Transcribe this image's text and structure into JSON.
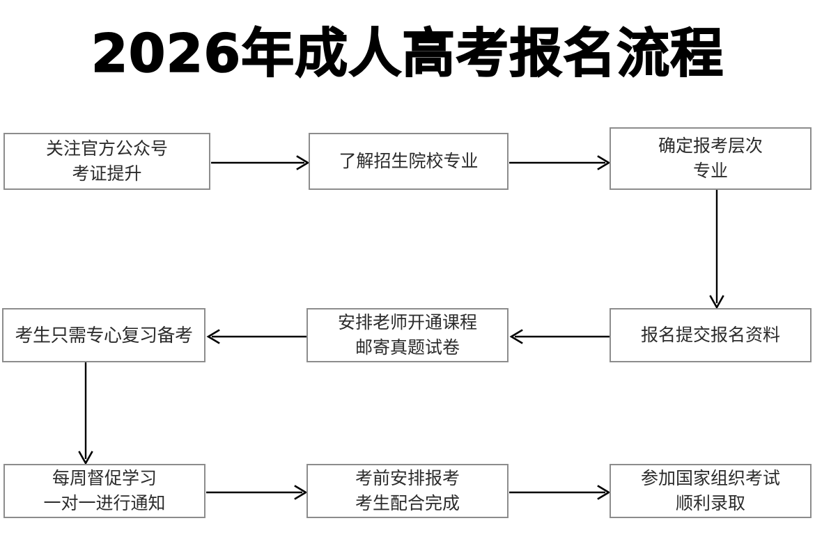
{
  "page": {
    "title": "2026年成人高考报名流程",
    "background_color": "#ffffff",
    "box_border_color": "#8c8c8c",
    "arrow_color": "#000000",
    "text_color": "#2b2b2b"
  },
  "chart_data": {
    "type": "diagram",
    "diagram_type": "flowchart",
    "title": "2026年成人高考报名流程",
    "layout": "3x3 serpentine grid: row 1 left-to-right, down right column, row 2 right-to-left, down left column, row 3 left-to-right",
    "nodes": [
      {
        "id": "node-1",
        "row": 1,
        "col": 1,
        "lines": [
          "关注官方公众号",
          "考证提升"
        ]
      },
      {
        "id": "node-2",
        "row": 1,
        "col": 2,
        "lines": [
          "了解招生院校专业"
        ]
      },
      {
        "id": "node-3",
        "row": 1,
        "col": 3,
        "lines": [
          "确定报考层次",
          "专业"
        ]
      },
      {
        "id": "node-4",
        "row": 2,
        "col": 1,
        "lines": [
          "考生只需专心复习备考"
        ]
      },
      {
        "id": "node-5",
        "row": 2,
        "col": 2,
        "lines": [
          "安排老师开通课程",
          "邮寄真题试卷"
        ]
      },
      {
        "id": "node-6",
        "row": 2,
        "col": 3,
        "lines": [
          "报名提交报名资料"
        ]
      },
      {
        "id": "node-7",
        "row": 3,
        "col": 1,
        "lines": [
          "每周督促学习",
          "一对一进行通知"
        ]
      },
      {
        "id": "node-8",
        "row": 3,
        "col": 2,
        "lines": [
          "考前安排报考",
          "考生配合完成"
        ]
      },
      {
        "id": "node-9",
        "row": 3,
        "col": 3,
        "lines": [
          "参加国家组织考试",
          "顺利录取"
        ]
      }
    ],
    "edges": [
      {
        "from": "node-1",
        "to": "node-2",
        "direction": "right"
      },
      {
        "from": "node-2",
        "to": "node-3",
        "direction": "right"
      },
      {
        "from": "node-3",
        "to": "node-6",
        "direction": "down"
      },
      {
        "from": "node-6",
        "to": "node-5",
        "direction": "left"
      },
      {
        "from": "node-5",
        "to": "node-4",
        "direction": "left"
      },
      {
        "from": "node-4",
        "to": "node-7",
        "direction": "down"
      },
      {
        "from": "node-7",
        "to": "node-8",
        "direction": "right"
      },
      {
        "from": "node-8",
        "to": "node-9",
        "direction": "right"
      }
    ]
  },
  "nodes": {
    "node_1": {
      "line_1": "关注官方公众号",
      "line_2": "考证提升"
    },
    "node_2": {
      "line_1": "了解招生院校专业"
    },
    "node_3": {
      "line_1": "确定报考层次",
      "line_2": "专业"
    },
    "node_4": {
      "line_1": "考生只需专心复习备考"
    },
    "node_5": {
      "line_1": "安排老师开通课程",
      "line_2": "邮寄真题试卷"
    },
    "node_6": {
      "line_1": "报名提交报名资料"
    },
    "node_7": {
      "line_1": "每周督促学习",
      "line_2": "一对一进行通知"
    },
    "node_8": {
      "line_1": "考前安排报考",
      "line_2": "考生配合完成"
    },
    "node_9": {
      "line_1": "参加国家组织考试",
      "line_2": "顺利录取"
    }
  }
}
